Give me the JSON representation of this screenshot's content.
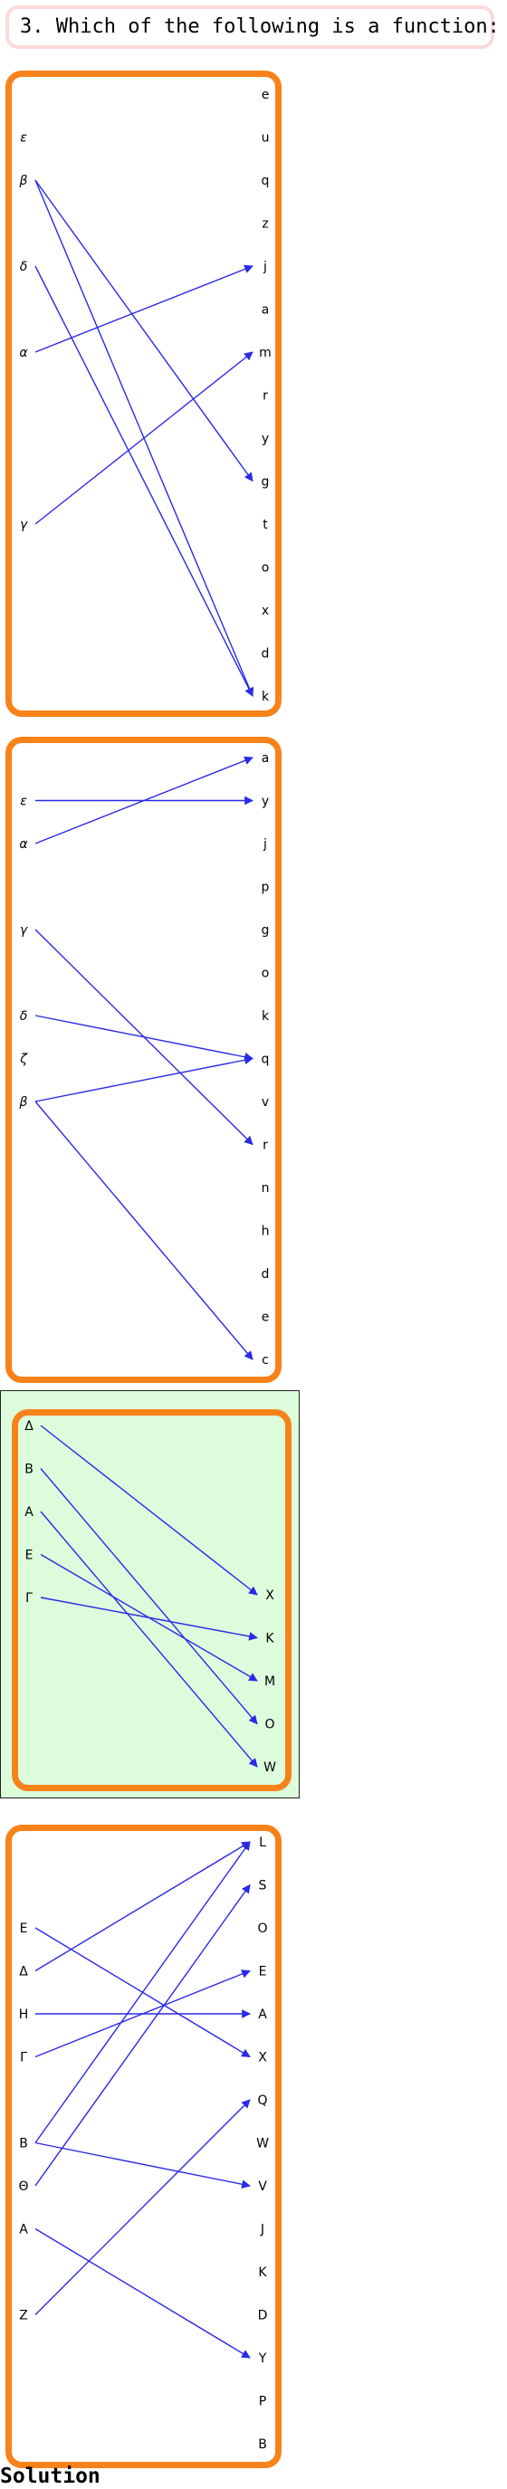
{
  "question": "3. Which of the following is a function:",
  "solution_label": "Solution",
  "colors": {
    "panel_border": "#f8821a",
    "arrow": "#2a2ae6",
    "correct_bg": "#dcfcdc"
  },
  "options": [
    {
      "left": [
        "ε",
        "β",
        "δ",
        "α",
        "γ"
      ],
      "right": [
        "e",
        "u",
        "q",
        "z",
        "j",
        "a",
        "m",
        "r",
        "y",
        "g",
        "t",
        "o",
        "x",
        "d",
        "k"
      ],
      "arrows": [
        [
          "β",
          "g"
        ],
        [
          "β",
          "k"
        ],
        [
          "δ",
          "k"
        ],
        [
          "α",
          "j"
        ],
        [
          "γ",
          "m"
        ]
      ],
      "correct": false
    },
    {
      "left": [
        "ε",
        "α",
        "γ",
        "δ",
        "ζ",
        "β"
      ],
      "right": [
        "a",
        "y",
        "j",
        "p",
        "g",
        "o",
        "k",
        "q",
        "v",
        "r",
        "n",
        "h",
        "d",
        "e",
        "c"
      ],
      "arrows": [
        [
          "ε",
          "y"
        ],
        [
          "α",
          "a"
        ],
        [
          "γ",
          "r"
        ],
        [
          "δ",
          "q"
        ],
        [
          "β",
          "q"
        ],
        [
          "β",
          "c"
        ]
      ],
      "correct": false
    },
    {
      "left": [
        "Δ",
        "B",
        "A",
        "E",
        "Γ"
      ],
      "right": [
        "X",
        "K",
        "M",
        "O",
        "W"
      ],
      "arrows": [
        [
          "Δ",
          "X"
        ],
        [
          "B",
          "O"
        ],
        [
          "A",
          "W"
        ],
        [
          "E",
          "M"
        ],
        [
          "Γ",
          "K"
        ]
      ],
      "correct": true
    },
    {
      "left": [
        "E",
        "Δ",
        "H",
        "Γ",
        "B",
        "Θ",
        "A",
        "Z"
      ],
      "right": [
        "L",
        "S",
        "O",
        "E",
        "A",
        "X",
        "Q",
        "W",
        "V",
        "J",
        "K",
        "D",
        "Y",
        "P",
        "B"
      ],
      "arrows": [
        [
          "E",
          "X"
        ],
        [
          "Δ",
          "L"
        ],
        [
          "H",
          "A"
        ],
        [
          "Γ",
          "E"
        ],
        [
          "B",
          "L"
        ],
        [
          "B",
          "V"
        ],
        [
          "Θ",
          "S"
        ],
        [
          "A",
          "Y"
        ],
        [
          "Z",
          "Q"
        ]
      ],
      "correct": false
    }
  ]
}
